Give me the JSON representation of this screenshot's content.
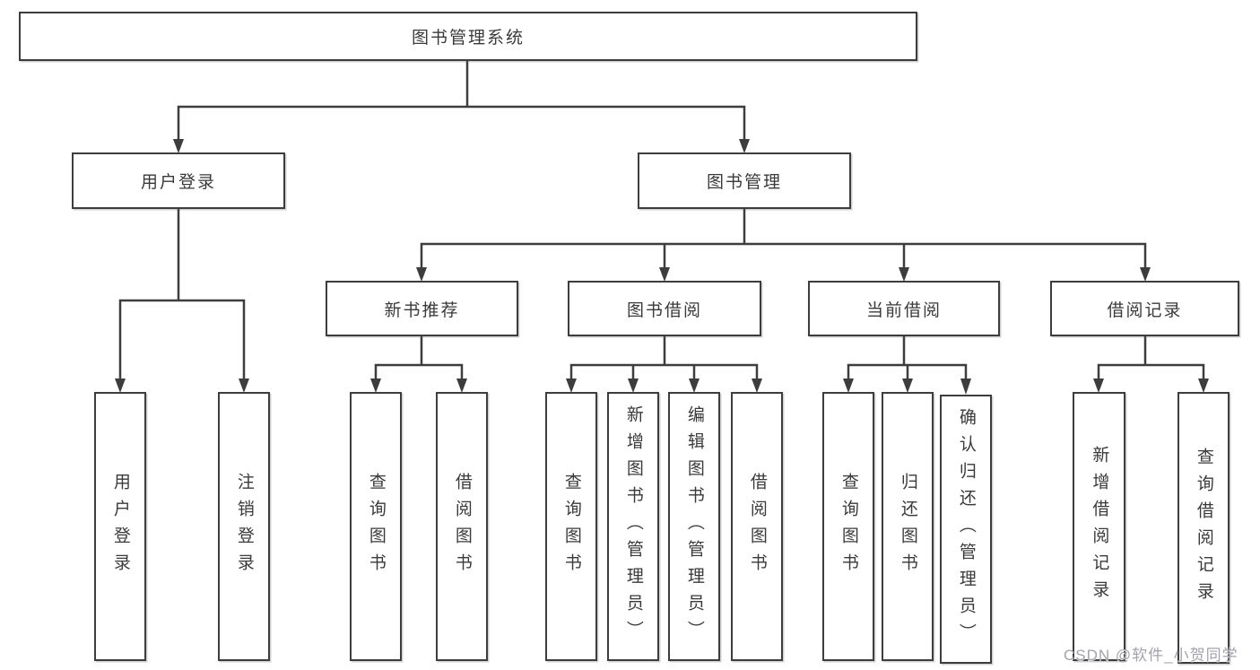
{
  "diagram": {
    "kind": "hierarchy-tree",
    "background": "#ffffff",
    "colors": {
      "line": "#3d3d3d",
      "box_border": "#3d3d3d",
      "box_fill": "#ffffff",
      "text": "#3a3a3a",
      "watermark": "#a2a2ab"
    }
  },
  "tree": {
    "label": "图书管理系统",
    "children": [
      {
        "label": "用户登录",
        "children": [
          {
            "label": "用户登录"
          },
          {
            "label": "注销登录"
          }
        ]
      },
      {
        "label": "图书管理",
        "children": [
          {
            "label": "新书推荐",
            "children": [
              {
                "label": "查询图书"
              },
              {
                "label": "借阅图书"
              }
            ]
          },
          {
            "label": "图书借阅",
            "children": [
              {
                "label": "查询图书"
              },
              {
                "label": "新增图书（管理员）"
              },
              {
                "label": "编辑图书（管理员）"
              },
              {
                "label": "借阅图书"
              }
            ]
          },
          {
            "label": "当前借阅",
            "children": [
              {
                "label": "查询图书"
              },
              {
                "label": "归还图书"
              },
              {
                "label": "确认归还（管理员）"
              }
            ]
          },
          {
            "label": "借阅记录",
            "children": [
              {
                "label": "新增借阅记录"
              },
              {
                "label": "查询借阅记录"
              }
            ]
          }
        ]
      }
    ]
  },
  "watermark": "CSDN @软件_小贺同学"
}
